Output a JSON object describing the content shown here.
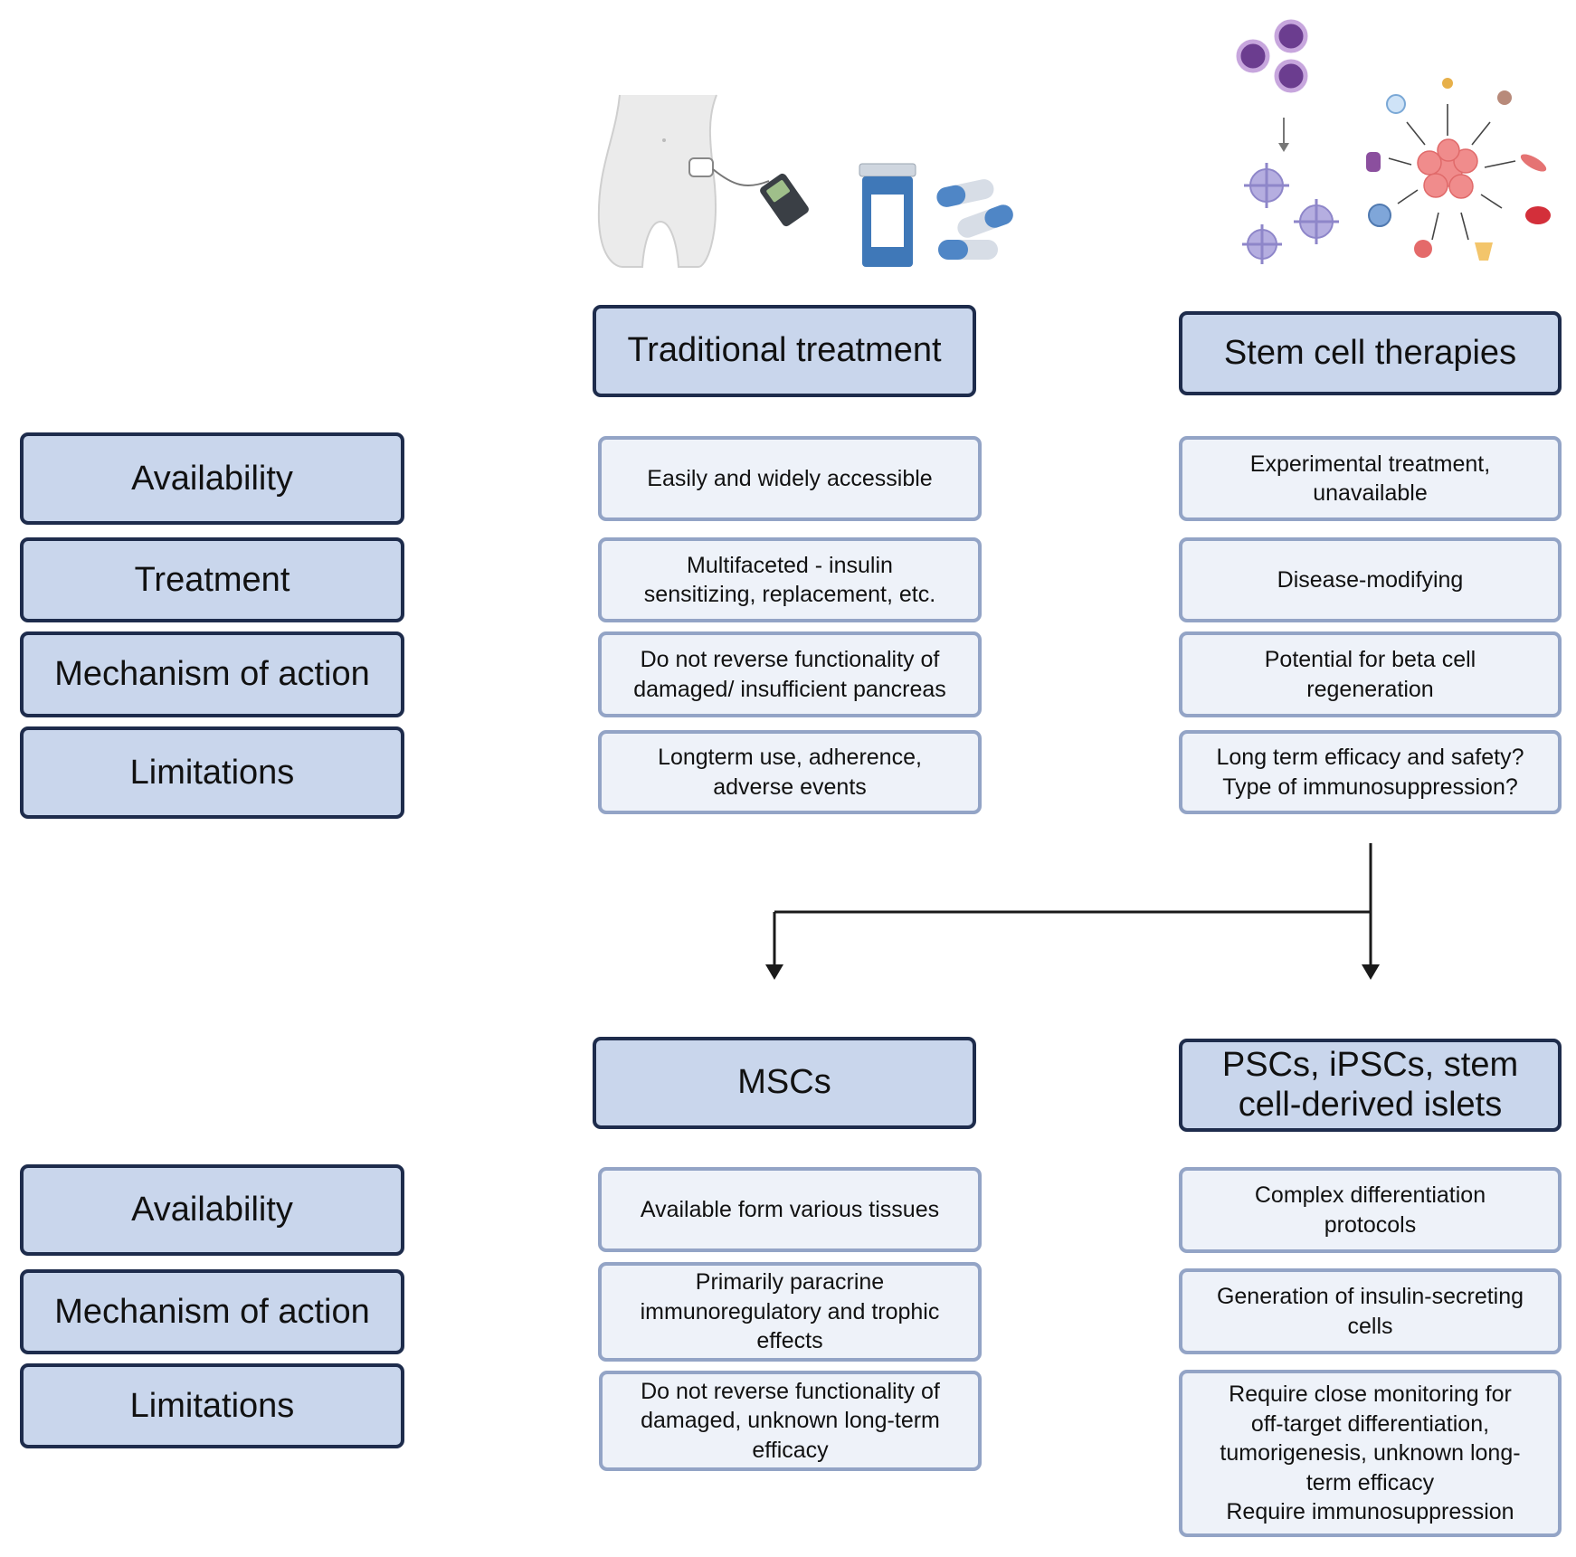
{
  "top": {
    "traditional_header": "Traditional treatment",
    "stem_header": "Stem cell therapies",
    "row_labels": [
      "Availability",
      "Treatment",
      "Mechanism of action",
      "Limitations"
    ],
    "traditional": [
      "Easily and widely accessible",
      "Multifaceted - insulin\nsensitizing, replacement, etc.",
      "Do not reverse functionality of\ndamaged/ insufficient pancreas",
      "Longterm use, adherence,\nadverse events"
    ],
    "stem": [
      "Experimental treatment,\nunavailable",
      "Disease-modifying",
      "Potential for beta cell\nregeneration",
      "Long term efficacy and safety?\nType of immunosuppression?"
    ]
  },
  "bottom": {
    "msc_header": "MSCs",
    "psc_header": "PSCs, iPSCs, stem\ncell-derived islets",
    "row_labels": [
      "Availability",
      "Mechanism of action",
      "Limitations"
    ],
    "msc": [
      "Available form various tissues",
      "Primarily paracrine\nimmunoregulatory and trophic\neffects",
      "Do not reverse functionality of\ndamaged, unknown long-term\nefficacy"
    ],
    "psc": [
      "Complex differentiation\nprotocols",
      "Generation of insulin-secreting\ncells",
      "Require close monitoring for\noff-target differentiation,\ntumorigenesis, unknown long-\nterm efficacy\nRequire immunosuppression"
    ]
  },
  "colors": {
    "header_fill": "#c9d6ec",
    "header_border": "#1e2c4c",
    "cell_fill": "#eef2f9",
    "cell_border": "#93a4c6"
  },
  "icons": [
    "insulin-pump-icon",
    "pill-bottle-icon",
    "capsule-icon",
    "stem-cell-differentiation-icon"
  ]
}
